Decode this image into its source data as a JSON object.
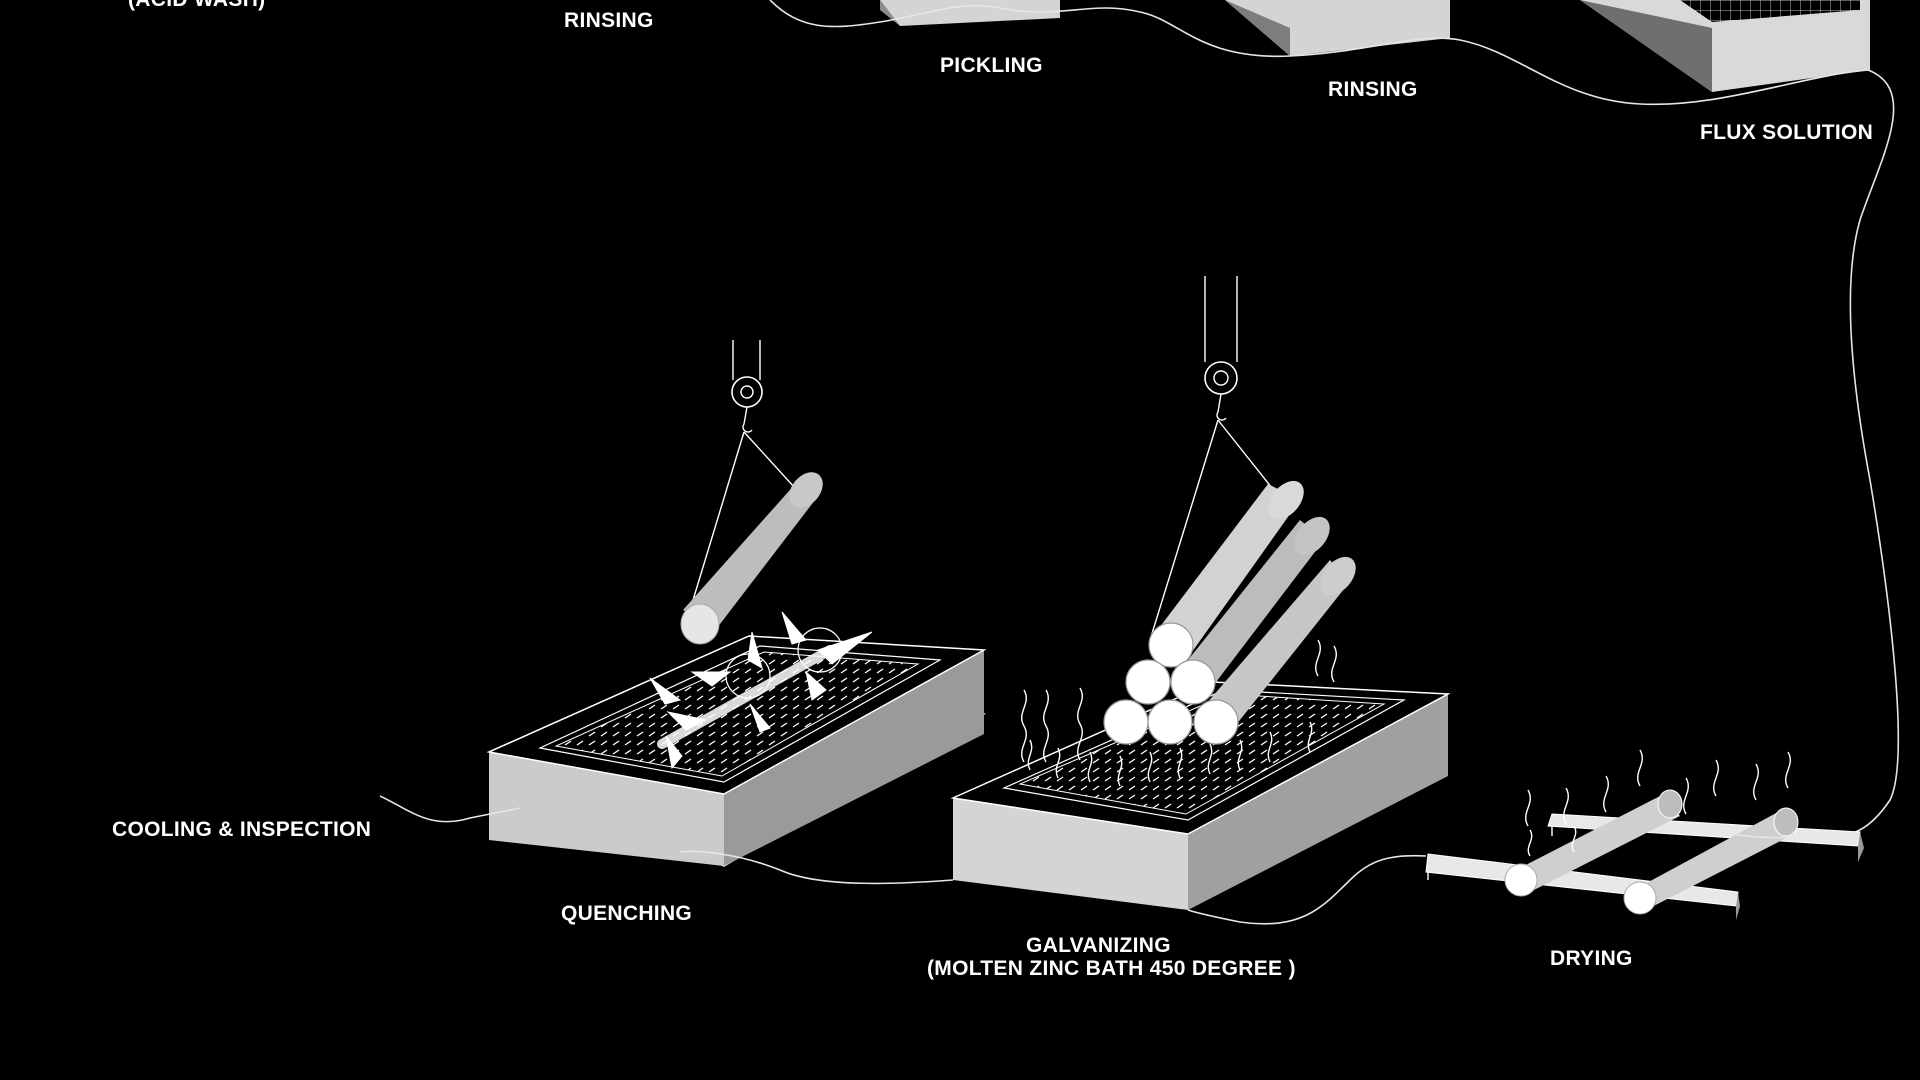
{
  "colors": {
    "background": "#000000",
    "line": "#ffffff",
    "tank_light": "#cfcfcf",
    "tank_mid": "#a6a6a6",
    "tank_dark": "#7a7a7a"
  },
  "labels": {
    "acid_wash": "(ACID WASH)",
    "rinsing_1": "RINSING",
    "pickling": "PICKLING",
    "rinsing_2": "RINSING",
    "flux_solution": "FLUX SOLUTION",
    "cooling_inspection": "COOLING & INSPECTION",
    "quenching": "QUENCHING",
    "galvanizing": "GALVANIZING",
    "galvanizing_note": "(MOLTEN ZINC BATH 450 DEGREE )",
    "drying": "DRYING"
  },
  "icons": [
    "crane-hook-icon",
    "pipe-bundle-icon",
    "steam-icon",
    "splash-icon",
    "drying-rack-icon"
  ]
}
